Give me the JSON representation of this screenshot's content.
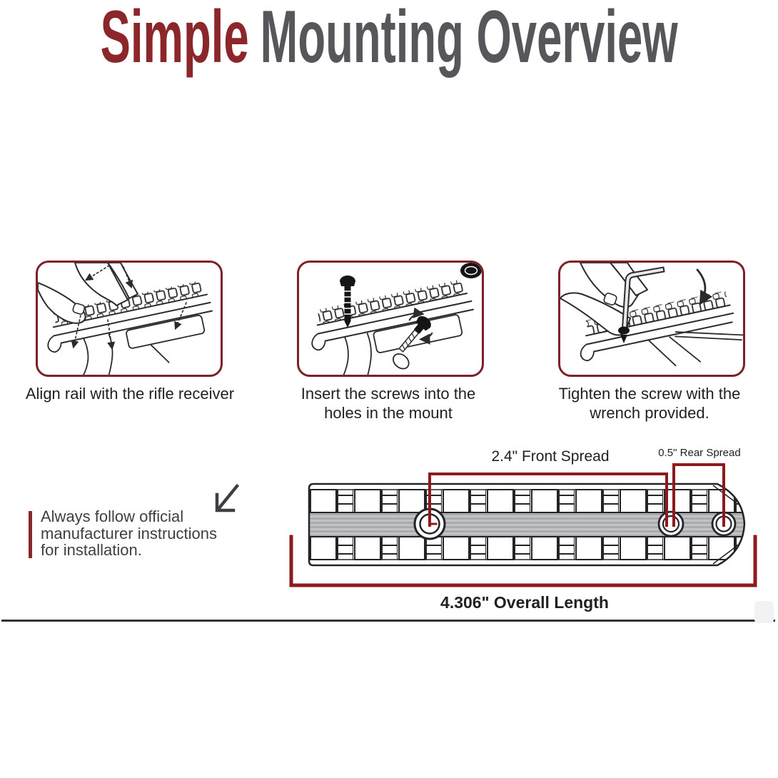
{
  "title": {
    "accent": "Simple",
    "rest": "Mounting Overview"
  },
  "steps": [
    {
      "caption": "Align rail with the rifle receiver"
    },
    {
      "caption": "Insert the screws into the\nholes in the mount"
    },
    {
      "caption": "Tighten the screw with the\nwrench provided."
    }
  ],
  "note": "Always follow official\nmanufacturer instructions\nfor installation.",
  "diagram": {
    "front_spread_label": "2.4\" Front Spread",
    "rear_spread_label": "0.5\" Rear Spread",
    "overall_length_label": "4.306\" Overall Length"
  },
  "icons": [
    "down-left-arrow-icon"
  ],
  "colors": {
    "accent_red": "#8b262b",
    "panel_border_red": "#7b2127",
    "dimension_red": "#8c1a1e",
    "title_gray": "#55575b",
    "text_dark": "#1e2022",
    "line_art": "#2a2b2e"
  }
}
